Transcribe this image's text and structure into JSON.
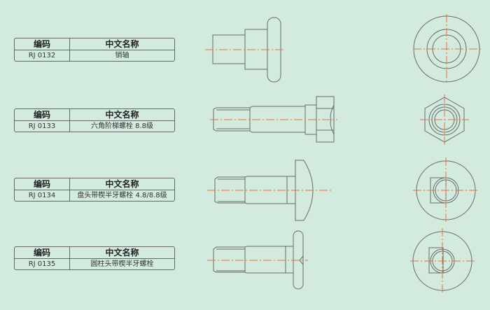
{
  "header": {
    "code_label": "编码",
    "name_label": "中文名称"
  },
  "parts": [
    {
      "code": "RJ 0132",
      "name": "销轴"
    },
    {
      "code": "RJ 0133",
      "name": "六角阶梯螺栓 8.8级"
    },
    {
      "code": "RJ 0134",
      "name": "盘头带楔半牙螺栓 4.8/8.8级"
    },
    {
      "code": "RJ 0135",
      "name": "圆柱头带楔半牙螺栓"
    }
  ],
  "colors": {
    "background": "#d3ebdf",
    "outline": "#666666",
    "centerline": "#e8703a"
  }
}
